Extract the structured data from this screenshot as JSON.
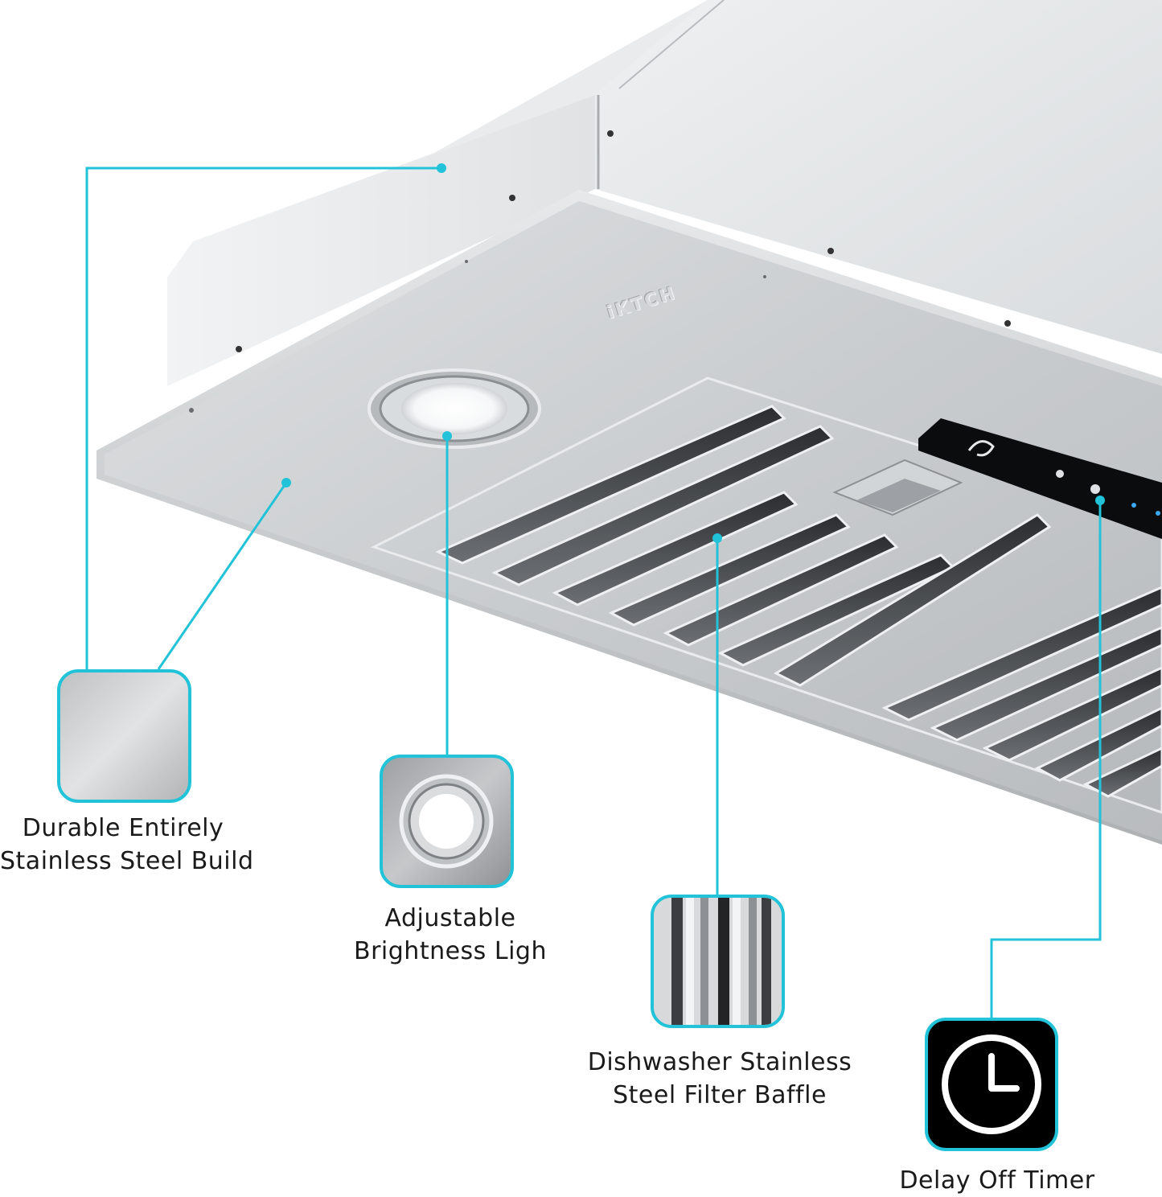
{
  "brand": {
    "logo_text": "iKTCH"
  },
  "accent_color": "#22c3d8",
  "features": [
    {
      "id": "steel",
      "icon": "steel-plate-icon",
      "lines": [
        "Durable Entirely",
        "Stainless Steel Build"
      ]
    },
    {
      "id": "light",
      "icon": "light-ring-icon",
      "lines": [
        "Adjustable",
        "Brightness Ligh"
      ]
    },
    {
      "id": "filter",
      "icon": "baffle-filter-icon",
      "lines": [
        "Dishwasher Stainless",
        "Steel Filter Baffle"
      ]
    },
    {
      "id": "timer",
      "icon": "clock-icon",
      "lines": [
        "Delay Off Timer"
      ]
    }
  ]
}
